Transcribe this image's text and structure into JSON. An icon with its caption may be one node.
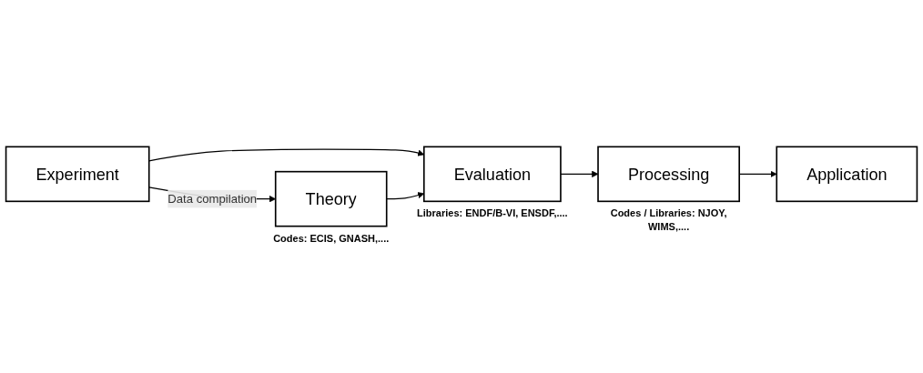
{
  "diagram": {
    "nodes": [
      {
        "text": [
          "Experiment"
        ]
      },
      {
        "text": [
          "Theory"
        ],
        "beside": [
          "Codes: ECIS, GNASH,...."
        ]
      },
      {
        "text": [
          "Evaluation"
        ],
        "beside": [
          "Libraries: ENDF/B-VI, ENSDF,...."
        ]
      },
      {
        "text": [
          "Processing"
        ],
        "beside": [
          "Codes / Libraries: NJOY, WIMS,...."
        ]
      },
      {
        "text": [
          "Application"
        ]
      }
    ],
    "edges": [
      {
        "from": 0,
        "to": 1,
        "arrow": "to",
        "label": "Data compilation"
      },
      {
        "from": 0,
        "to": 2,
        "arrow": "to"
      },
      {
        "from": 1,
        "to": 2,
        "arrow": "to"
      },
      {
        "from": 2,
        "to": 3,
        "arrow": "to"
      },
      {
        "from": 3,
        "to": 4,
        "arrow": "to"
      }
    ]
  }
}
